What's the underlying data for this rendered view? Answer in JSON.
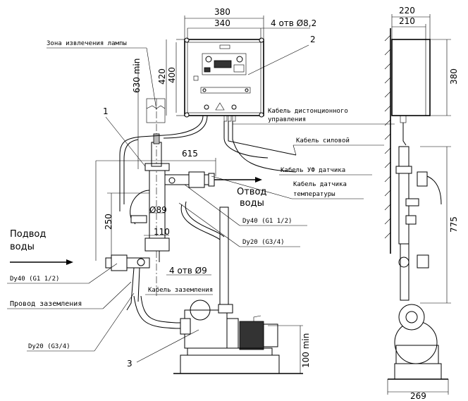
{
  "dims": {
    "width_380": "380",
    "width_340": "340",
    "holes_top": "4 отв Ø8,2",
    "h_420": "420",
    "h_400": "400",
    "h_630": "630 min",
    "w_615": "615",
    "h_250": "250",
    "d_89": "Ø89",
    "w_110": "110",
    "holes_bottom": "4 отв Ø9",
    "h_100": "100 min",
    "side_220": "220",
    "side_210": "210",
    "side_380": "380",
    "side_775": "775",
    "side_269": "269"
  },
  "labels": {
    "lamp_zone": "Зона извлечения лампы",
    "remote_cable_1": "Кабель дистонционного",
    "remote_cable_2": "управления",
    "power_cable": "Кабель силовой",
    "uv_sensor_cable": "Кабель УФ датчика",
    "temp_sensor_cable_1": "Кабель датчика",
    "temp_sensor_cable_2": "температуры",
    "outlet_1": "Отвод",
    "outlet_2": "воды",
    "inlet_1": "Подвод",
    "inlet_2": "воды",
    "dy40_out": "Dy40 (G1 1/2)",
    "dy20_out": "Dy20 (G3/4)",
    "dy40_in": "Dy40 (G1 1/2)",
    "ground_wire": "Провод заземления",
    "ground_cable": "Кабель заземления",
    "dy20_in": "Dy20 (G3/4)"
  },
  "callouts": {
    "c1": "1",
    "c2": "2",
    "c3": "3"
  }
}
